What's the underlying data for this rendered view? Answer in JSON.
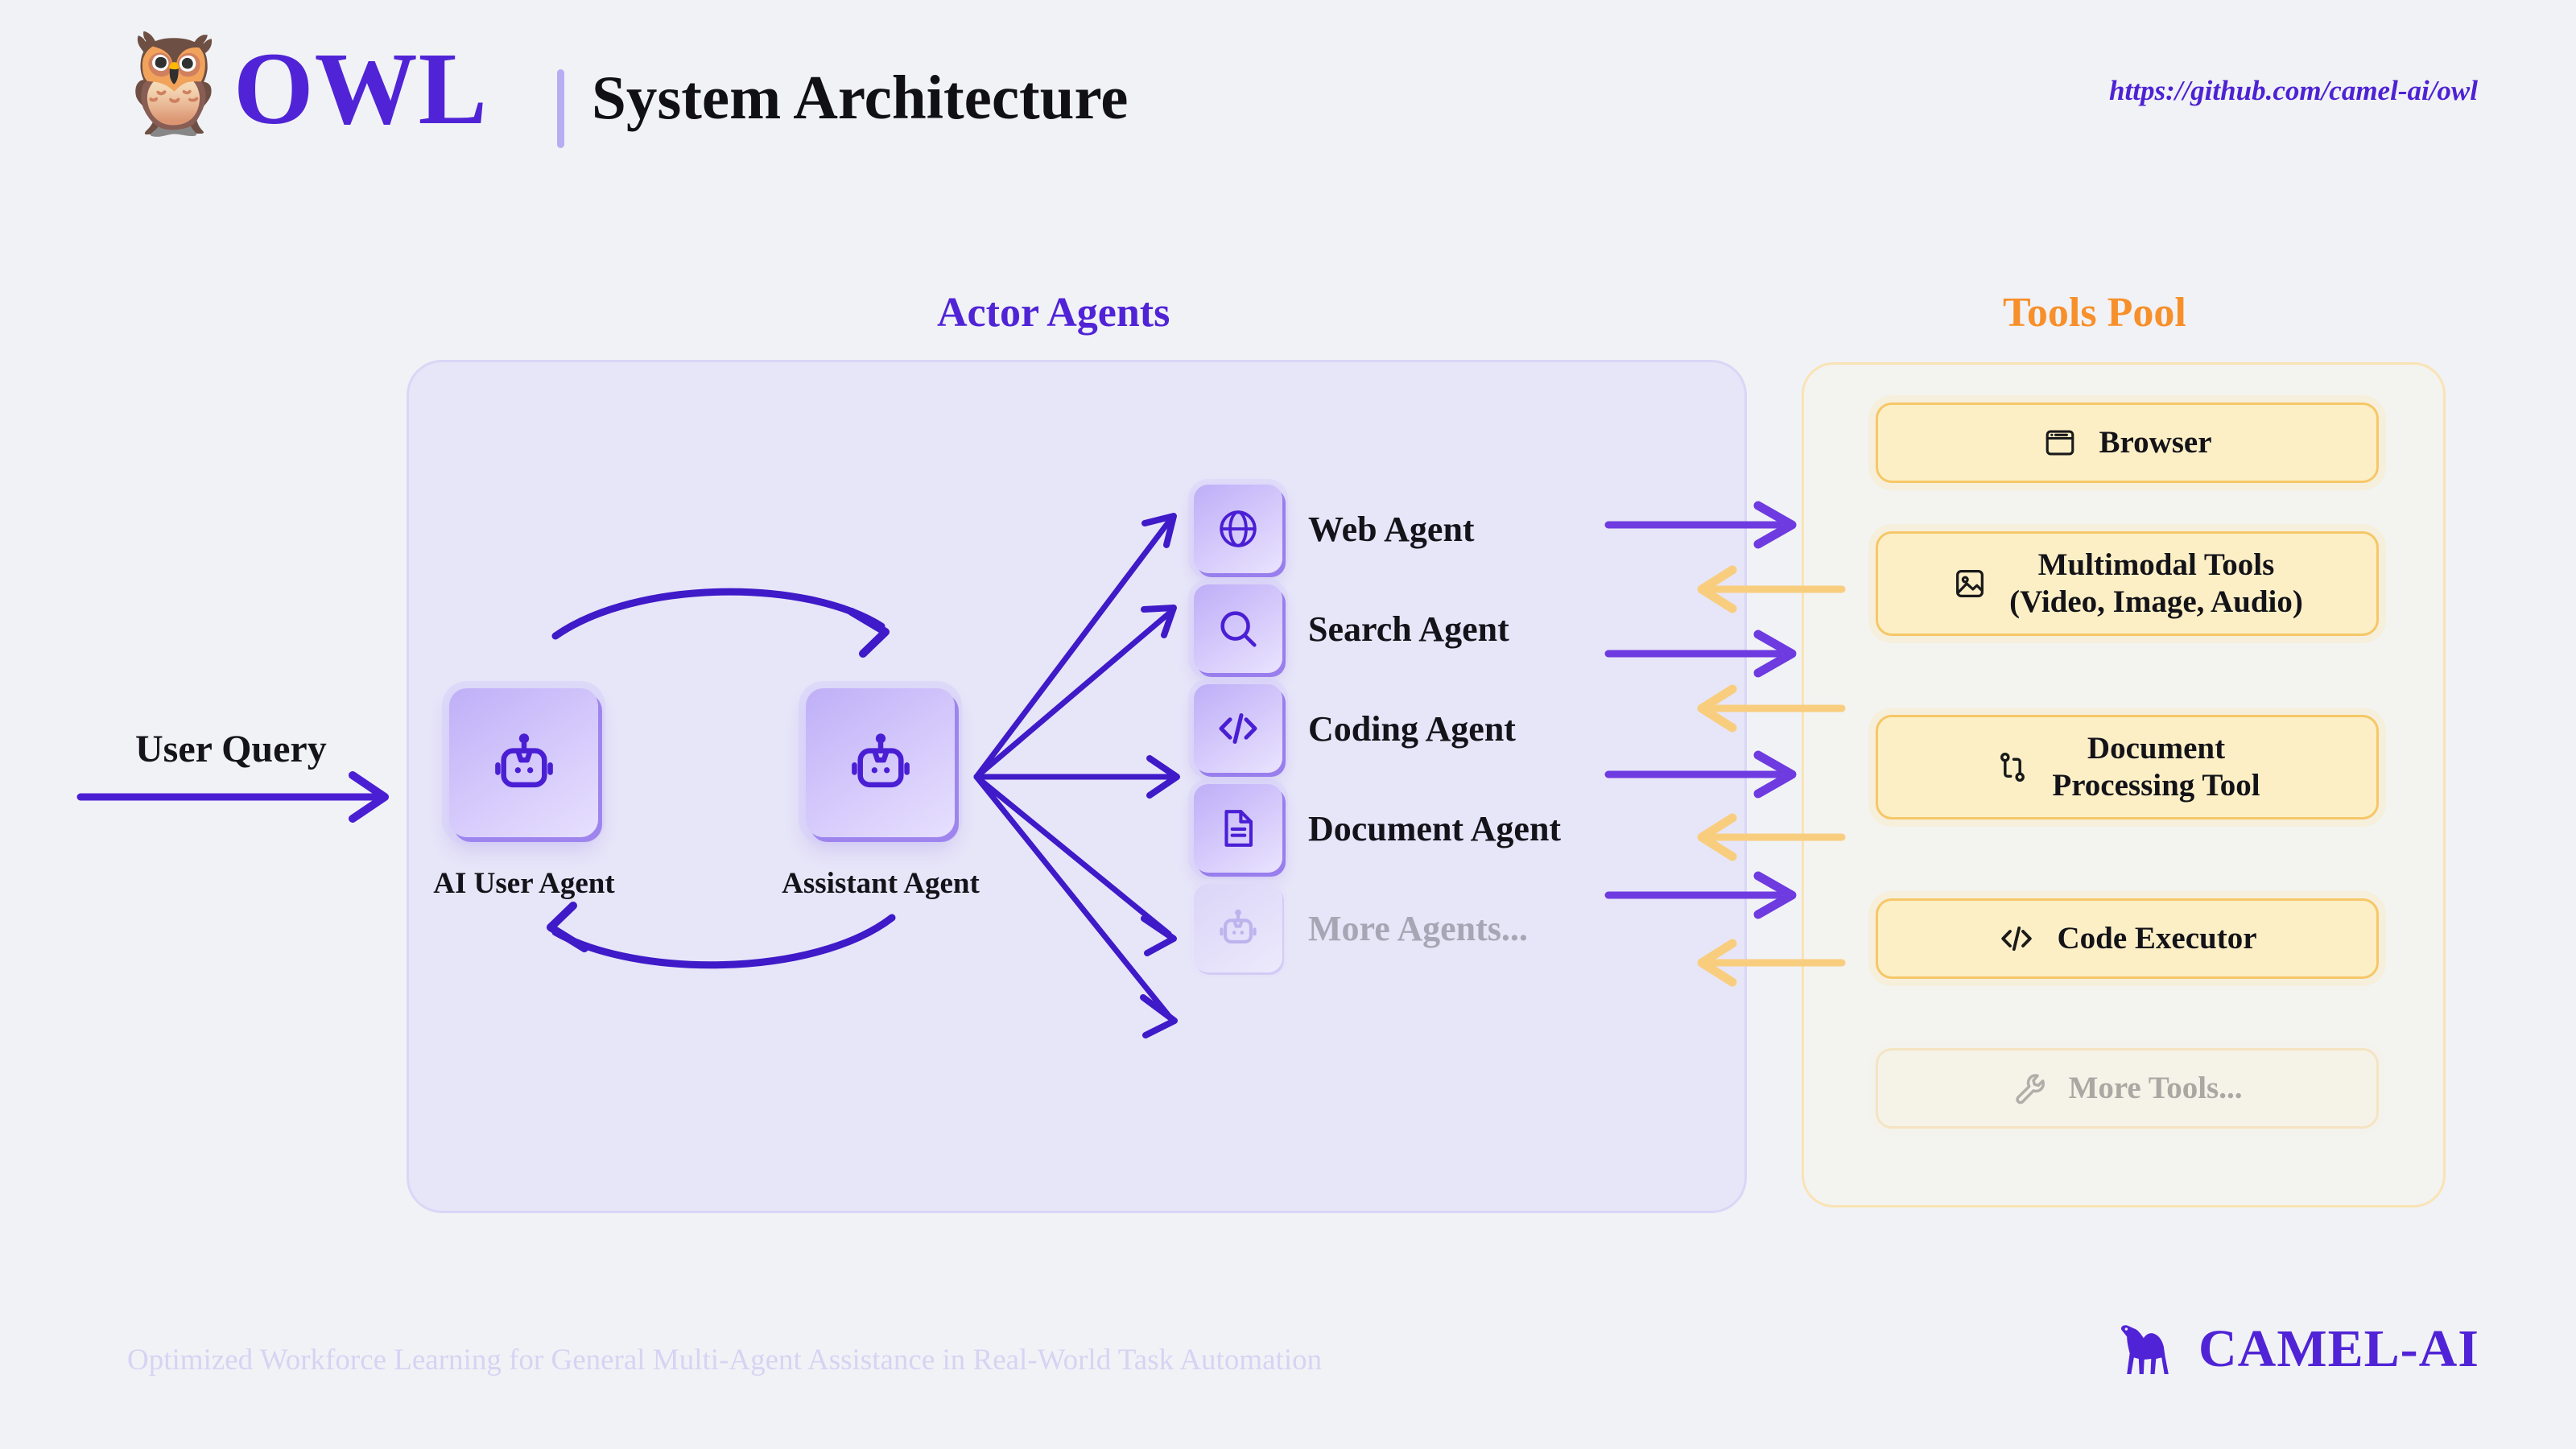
{
  "header": {
    "owl_icon": "owl-emoji",
    "brand": "OWL",
    "subtitle": "System Architecture",
    "repo_url": "https://github.com/camel-ai/owl"
  },
  "colors": {
    "background": "#F1F2F6",
    "purple": "#5024D6",
    "purple_deep": "#4D22D4",
    "purple_arrow": "#6E3BE0",
    "orange": "#F7902B",
    "orange_arrow": "#F8CE7E",
    "tool_card_fill": "#FCEFC6",
    "tool_card_border": "#F6C768",
    "actor_panel_fill": "#E7E5F8",
    "actor_panel_border": "#DAD6F6",
    "muted_text": "#A7A6B4",
    "tagline": "#D6D3F3"
  },
  "flow": {
    "user_query_label": "User Query"
  },
  "actors": {
    "title": "Actor Agents",
    "cycle": [
      {
        "id": "ai-user-agent",
        "label": "AI User Agent",
        "icon": "robot-icon"
      },
      {
        "id": "assistant-agent",
        "label": "Assistant Agent",
        "icon": "robot-icon"
      }
    ],
    "agents": [
      {
        "id": "web-agent",
        "label": "Web Agent",
        "icon": "globe-icon",
        "muted": false
      },
      {
        "id": "search-agent",
        "label": "Search Agent",
        "icon": "search-icon",
        "muted": false
      },
      {
        "id": "coding-agent",
        "label": "Coding Agent",
        "icon": "code-icon",
        "muted": false
      },
      {
        "id": "document-agent",
        "label": "Document Agent",
        "icon": "document-icon",
        "muted": false
      },
      {
        "id": "more-agents",
        "label": "More Agents...",
        "icon": "robot-icon",
        "muted": true
      }
    ]
  },
  "tools": {
    "title": "Tools Pool",
    "items": [
      {
        "id": "browser",
        "label": "Browser",
        "icon": "browser-window-icon",
        "muted": false
      },
      {
        "id": "multimodal-tools",
        "label": "Multimodal Tools\n(Video, Image, Audio)",
        "line1": "Multimodal Tools",
        "line2": "(Video, Image, Audio)",
        "icon": "image-icon",
        "muted": false
      },
      {
        "id": "document-processing-tool",
        "label": "Document\nProcessing Tool",
        "line1": "Document",
        "line2": "Processing Tool",
        "icon": "git-branch-icon",
        "muted": false
      },
      {
        "id": "code-executor",
        "label": "Code Executor",
        "icon": "code-icon",
        "muted": false
      },
      {
        "id": "more-tools",
        "label": "More Tools...",
        "icon": "wrench-icon",
        "muted": true
      }
    ]
  },
  "footer": {
    "tagline": "Optimized Workforce Learning for General Multi-Agent Assistance in Real-World Task Automation",
    "brand": "CAMEL-AI",
    "brand_icon": "camel-icon"
  }
}
